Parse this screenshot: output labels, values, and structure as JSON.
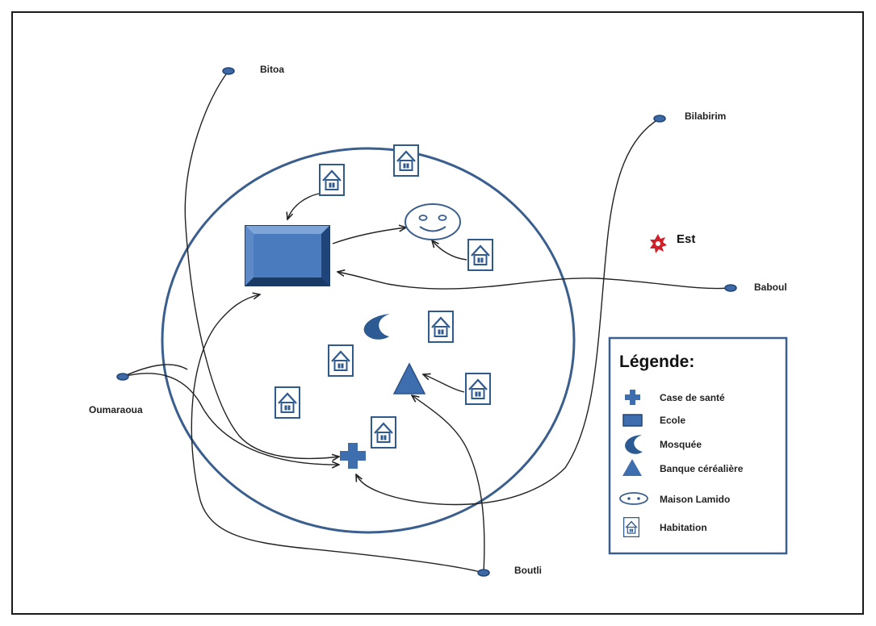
{
  "places": {
    "bitoa": "Bitoa",
    "bilabirim": "Bilabirim",
    "baboul": "Baboul",
    "oumaraoua": "Oumaraoua",
    "boutli": "Boutli"
  },
  "orientation": {
    "label": "Est"
  },
  "legend": {
    "title": "Légende:",
    "items": [
      {
        "label": "Case de santé",
        "icon": "health-cross-icon"
      },
      {
        "label": "Ecole",
        "icon": "school-icon"
      },
      {
        "label": "Mosquée",
        "icon": "crescent-icon"
      },
      {
        "label": "Banque céréalière",
        "icon": "triangle-icon"
      },
      {
        "label": "Maison Lamido",
        "icon": "smiley-oval-icon"
      },
      {
        "label": "Habitation",
        "icon": "house-icon"
      }
    ]
  },
  "colors": {
    "primary": "#3f6eae",
    "dark": "#1f4a7a",
    "school_fill": "#4a7bbf",
    "circle": "#3a5f8f",
    "compass": "#d0202a",
    "arrow": "#222222"
  }
}
